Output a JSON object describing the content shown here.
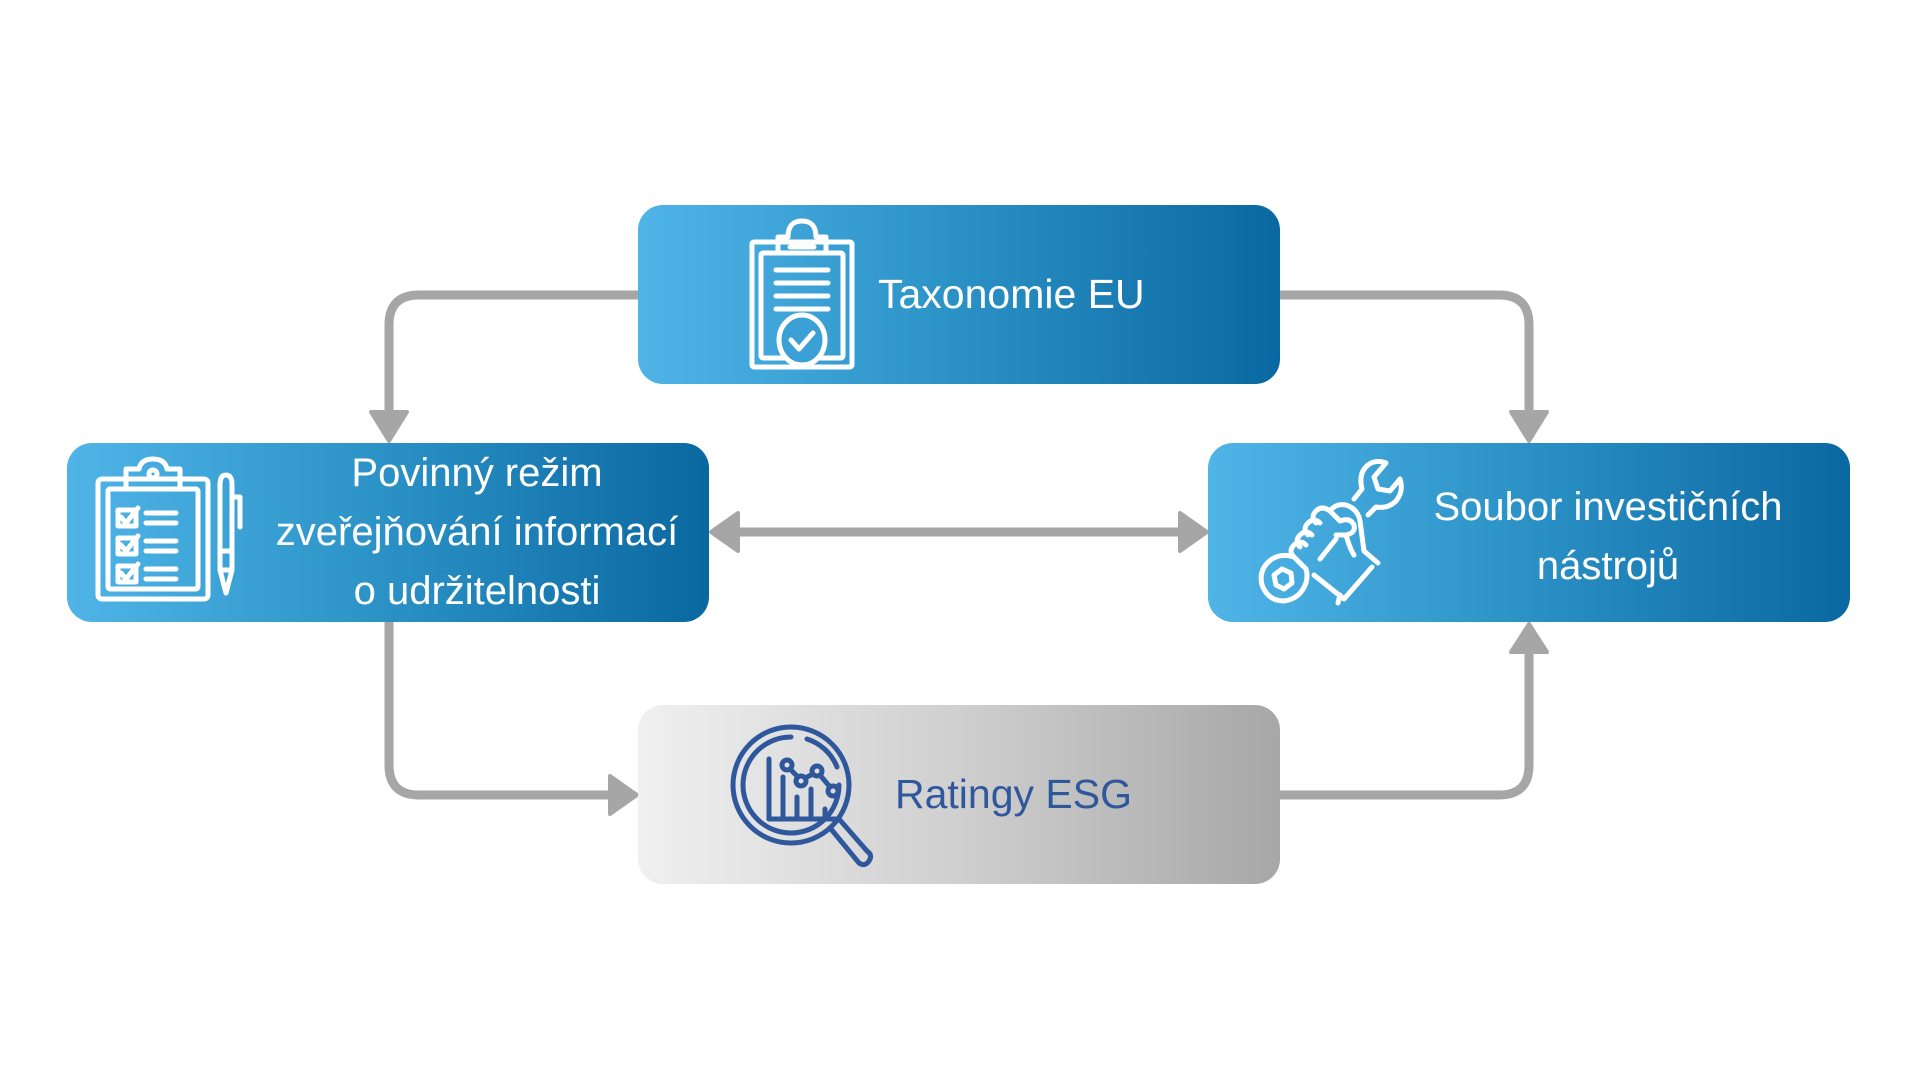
{
  "diagram": {
    "title": "",
    "colors": {
      "connector": "#a6a6a6",
      "blue_gradient_start": "#50b4e7",
      "blue_gradient_end": "#0a68a0",
      "gray_gradient_start": "#f0f0f0",
      "gray_gradient_end": "#a7a7a7",
      "esg_text": "#2f579c",
      "box_text": "#ffffff"
    },
    "nodes": {
      "taxonomy": {
        "label": "Taxonomie EU",
        "icon": "clipboard-check-icon"
      },
      "disclosure": {
        "lines": [
          "Povinný režim",
          "zveřejňování informací",
          "o udržitelnosti"
        ],
        "icon": "checklist-pen-icon"
      },
      "toolbox": {
        "lines": [
          "Soubor investičních",
          "nástrojů"
        ],
        "icon": "hand-wrench-icon"
      },
      "esg": {
        "label": "Ratingy ESG",
        "icon": "magnifier-chart-icon"
      }
    },
    "edges": [
      {
        "from": "Taxonomie EU",
        "to": "Povinný režim zveřejňování informací o udržitelnosti",
        "direction": "one-way"
      },
      {
        "from": "Taxonomie EU",
        "to": "Soubor investičních nástrojů",
        "direction": "one-way"
      },
      {
        "from": "Povinný režim zveřejňování informací o udržitelnosti",
        "to": "Soubor investičních nástrojů",
        "direction": "two-way"
      },
      {
        "from": "Povinný režim zveřejňování informací o udržitelnosti",
        "to": "Ratingy ESG",
        "direction": "one-way"
      },
      {
        "from": "Ratingy ESG",
        "to": "Soubor investičních nástrojů",
        "direction": "one-way"
      }
    ]
  }
}
